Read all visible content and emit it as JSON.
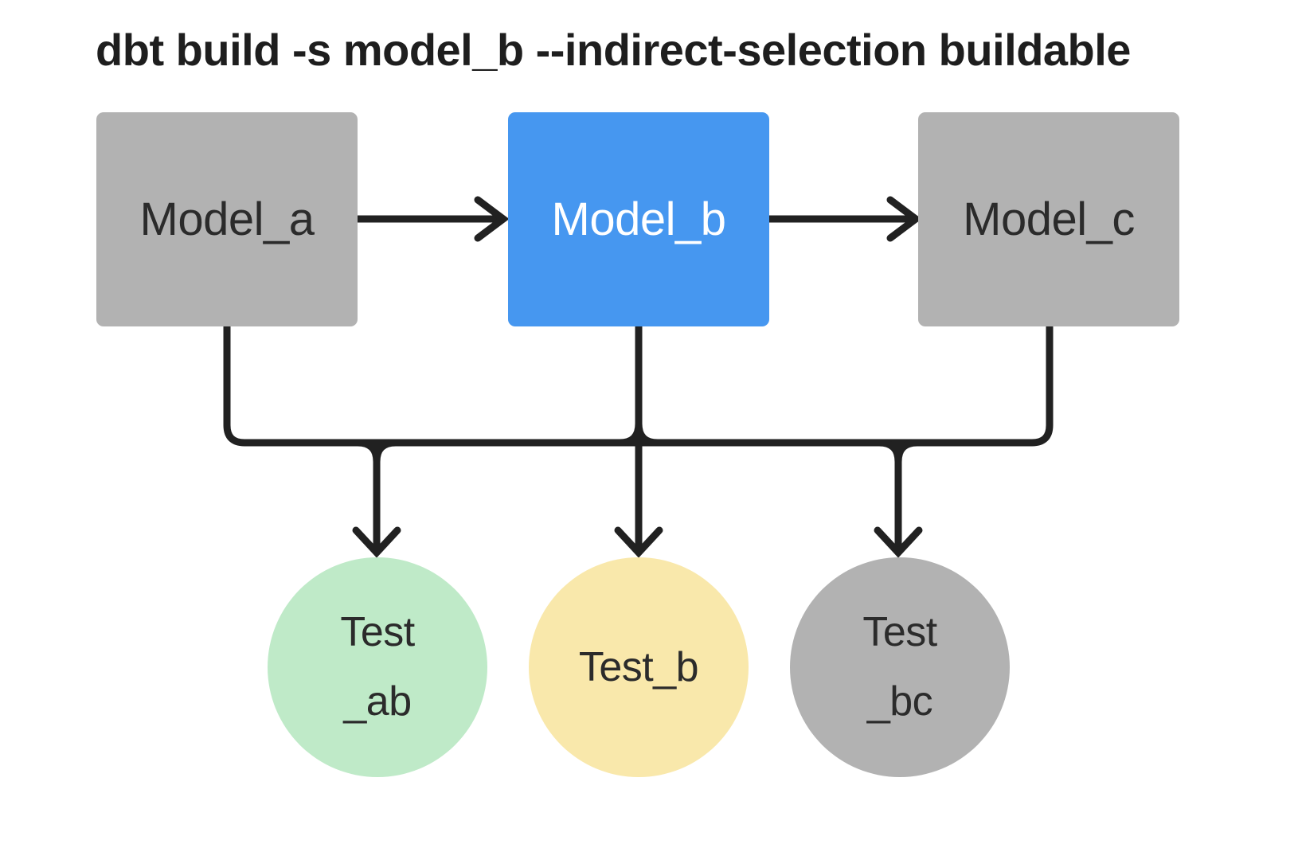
{
  "title": "dbt build -s model_b --indirect-selection buildable",
  "colors": {
    "selected_model_blue": "#4697f0",
    "unselected_gray": "#b2b2b2",
    "test_green": "#bfeac8",
    "test_yellow": "#f9e8ab",
    "test_gray": "#b2b2b2",
    "connector_dark": "#212121",
    "background": "#ffffff"
  },
  "diagram": {
    "models": [
      {
        "id": "model_a",
        "label": "Model_a",
        "variant": "gray"
      },
      {
        "id": "model_b",
        "label": "Model_b",
        "variant": "blue"
      },
      {
        "id": "model_c",
        "label": "Model_c",
        "variant": "gray"
      }
    ],
    "tests": [
      {
        "id": "test_ab",
        "line1": "Test",
        "line2": "_ab",
        "variant": "green"
      },
      {
        "id": "test_b",
        "line1": "Test_b",
        "line2": "",
        "variant": "yellow"
      },
      {
        "id": "test_bc",
        "line1": "Test",
        "line2": "_bc",
        "variant": "gray"
      }
    ]
  }
}
